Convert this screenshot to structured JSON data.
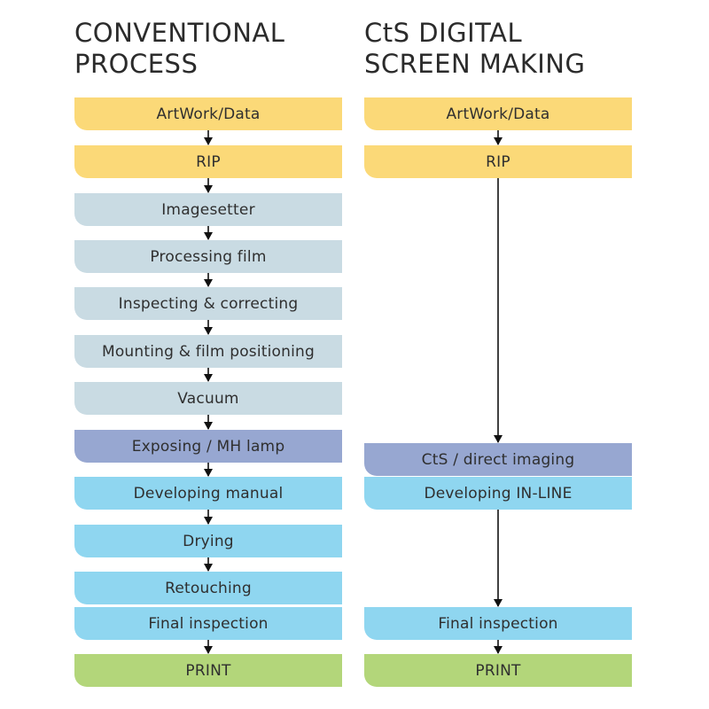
{
  "conventional": {
    "title_line1": "CONVENTIONAL",
    "title_line2": "PROCESS",
    "steps": [
      {
        "label": "ArtWork/Data",
        "color": "#fbd978"
      },
      {
        "label": "RIP",
        "color": "#fbd978"
      },
      {
        "label": "Imagesetter",
        "color": "#c9dbe3"
      },
      {
        "label": "Processing film",
        "color": "#c9dbe3"
      },
      {
        "label": "Inspecting & correcting",
        "color": "#c9dbe3"
      },
      {
        "label": "Mounting & film positioning",
        "color": "#c9dbe3"
      },
      {
        "label": "Vacuum",
        "color": "#c9dbe3"
      },
      {
        "label": "Exposing / MH lamp",
        "color": "#97a7d1"
      },
      {
        "label": "Developing manual",
        "color": "#8fd6f0"
      },
      {
        "label": "Drying",
        "color": "#8fd6f0"
      },
      {
        "label": "Retouching",
        "color": "#8fd6f0"
      },
      {
        "label": "Final inspection",
        "color": "#8fd6f0"
      },
      {
        "label": "PRINT",
        "color": "#b3d67a"
      }
    ]
  },
  "cts": {
    "title_line1": "CtS DIGITAL",
    "title_line2": "SCREEN MAKING",
    "steps": [
      {
        "label": "ArtWork/Data",
        "color": "#fbd978"
      },
      {
        "label": "RIP",
        "color": "#fbd978"
      },
      {
        "label": "CtS / direct imaging",
        "color": "#97a7d1"
      },
      {
        "label": "Developing IN-LINE",
        "color": "#8fd6f0"
      },
      {
        "label": "Final inspection",
        "color": "#8fd6f0"
      },
      {
        "label": "PRINT",
        "color": "#b3d67a"
      }
    ]
  }
}
